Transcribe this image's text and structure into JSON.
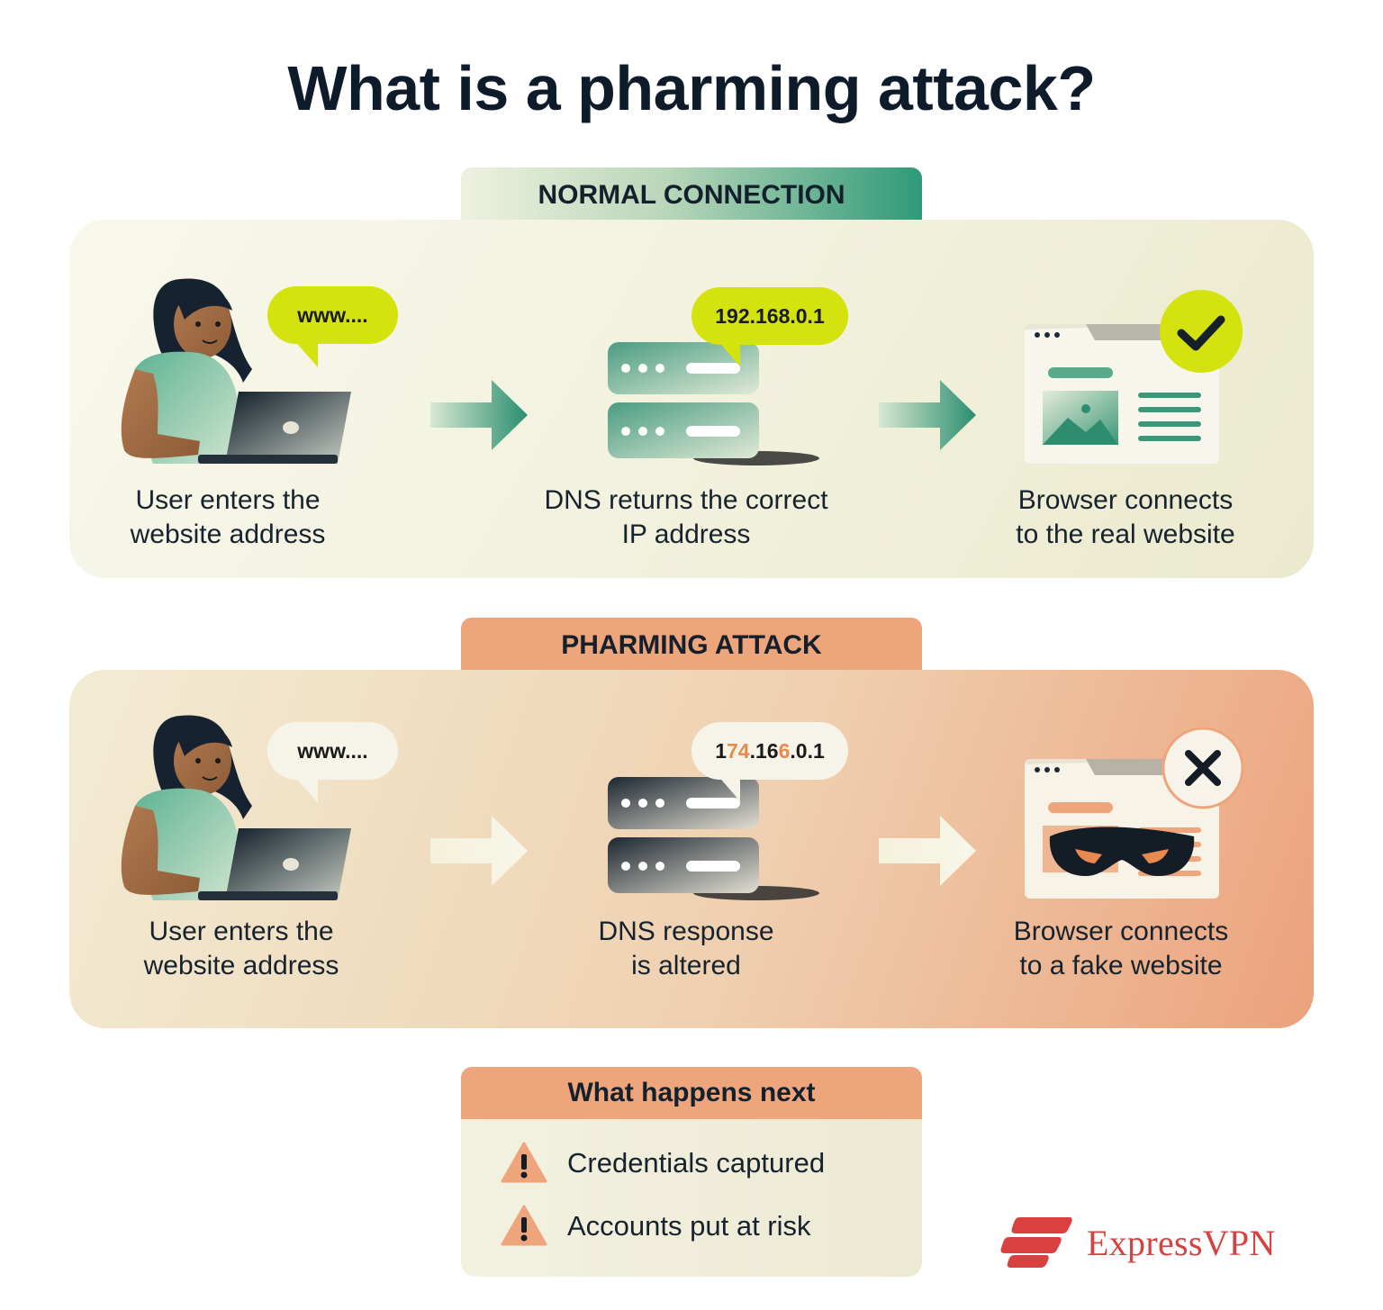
{
  "title": "What is a pharming attack?",
  "normal": {
    "tab_label": "NORMAL CONNECTION",
    "bubble_url": "www....",
    "bubble_ip": "192.168.0.1",
    "steps": [
      {
        "line1": "User enters the",
        "line2": "website address"
      },
      {
        "line1": "DNS returns the correct",
        "line2": "IP address"
      },
      {
        "line1": "Browser connects",
        "line2": "to the real website"
      }
    ],
    "status_icon": "checkmark-icon"
  },
  "attack": {
    "tab_label": "PHARMING ATTACK",
    "bubble_url": "www....",
    "bubble_ip_parts": [
      "1",
      "74",
      ".16",
      "6",
      ".0.1"
    ],
    "steps": [
      {
        "line1": "User enters the",
        "line2": "website address"
      },
      {
        "line1": "DNS response",
        "line2": "is altered"
      },
      {
        "line1": "Browser connects",
        "line2": "to a fake website"
      }
    ],
    "status_icon": "x-mark-icon"
  },
  "next": {
    "title": "What happens next",
    "items": [
      "Credentials captured",
      "Accounts put at risk"
    ],
    "icon": "warning-icon"
  },
  "brand": {
    "name": "ExpressVPN",
    "color": "#d8413f"
  },
  "colors": {
    "green_accent": "#2f9a79",
    "lime_bubble": "#d4e30d",
    "orange_accent": "#eea57c",
    "altered_digit": "#e8894f"
  }
}
